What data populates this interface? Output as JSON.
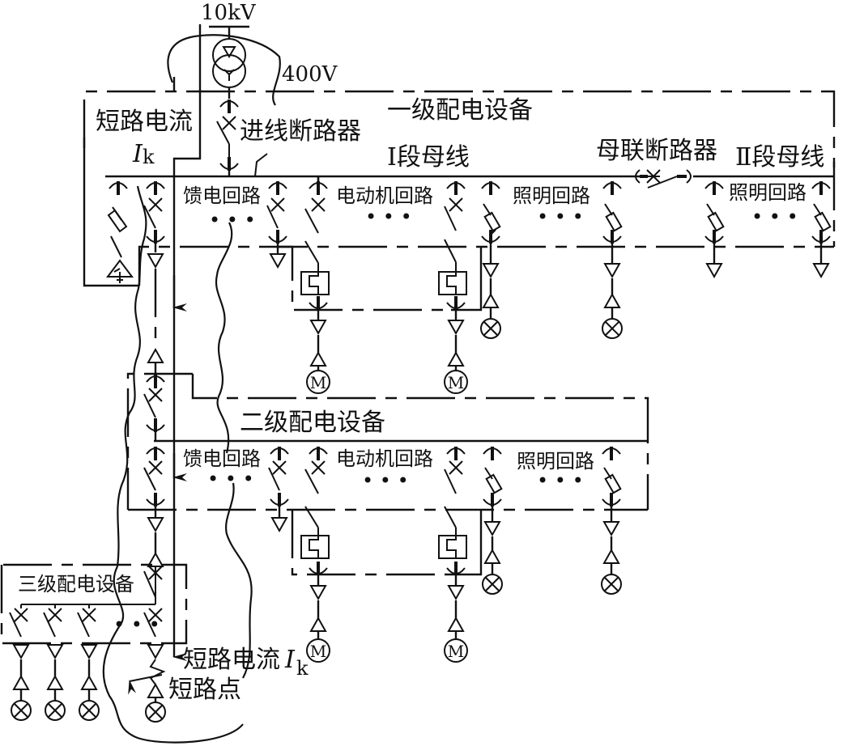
{
  "diagram": {
    "type": "power distribution single-line diagram",
    "labels": {
      "hv_voltage": "10kV",
      "lv_voltage": "400V",
      "level1_equipment": "一级配电设备",
      "level2_equipment": "二级配电设备",
      "level3_equipment": "三级配电设备",
      "incoming_breaker": "进线断路器",
      "busbar_1": "Ⅰ段母线",
      "busbar_2": "Ⅱ段母线",
      "bus_tie_breaker": "母联断路器",
      "short_circuit_current": "短路电流",
      "ik_symbol": "I",
      "ik_sub": "k",
      "short_circuit_point": "短路点",
      "feeder_circuit": "馈电回路",
      "motor_circuit": "电动机回路",
      "lighting_circuit": "照明回路",
      "ellipsis": "• • •",
      "motor_symbol": "M"
    },
    "symbols": {
      "breaker": "circuit-breaker-x",
      "fuse_switch": "fuse-switch",
      "contactor_thermal": "thermal-relay-box",
      "plug_socket": "draw-out-connector",
      "motor": "motor-circle-M",
      "lamp": "lamp-circle-x",
      "capacitor": "capacitor-bank",
      "transformer": "two-winding-transformer"
    }
  }
}
